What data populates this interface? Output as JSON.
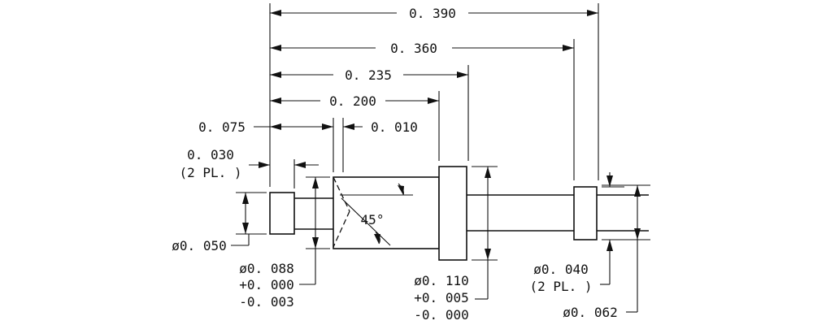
{
  "dimensions": {
    "overall_length": "0. 390",
    "length_360": "0. 360",
    "length_235": "0. 235",
    "length_200": "0. 200",
    "length_075": "0. 075",
    "gap_010": "0. 010",
    "head_030": "0. 030",
    "head_030_note": "(2 PL. )",
    "dia_050": "ø0. 050",
    "dia_088": "ø0. 088",
    "dia_088_tol_plus": "+0. 000",
    "dia_088_tol_minus": "-0. 003",
    "dia_110": "ø0. 110",
    "dia_110_tol_plus": "+0. 005",
    "dia_110_tol_minus": "-0. 000",
    "dia_040": "ø0. 040",
    "dia_040_note": "(2 PL. )",
    "dia_062": "ø0. 062",
    "chamfer_angle": "45°"
  }
}
